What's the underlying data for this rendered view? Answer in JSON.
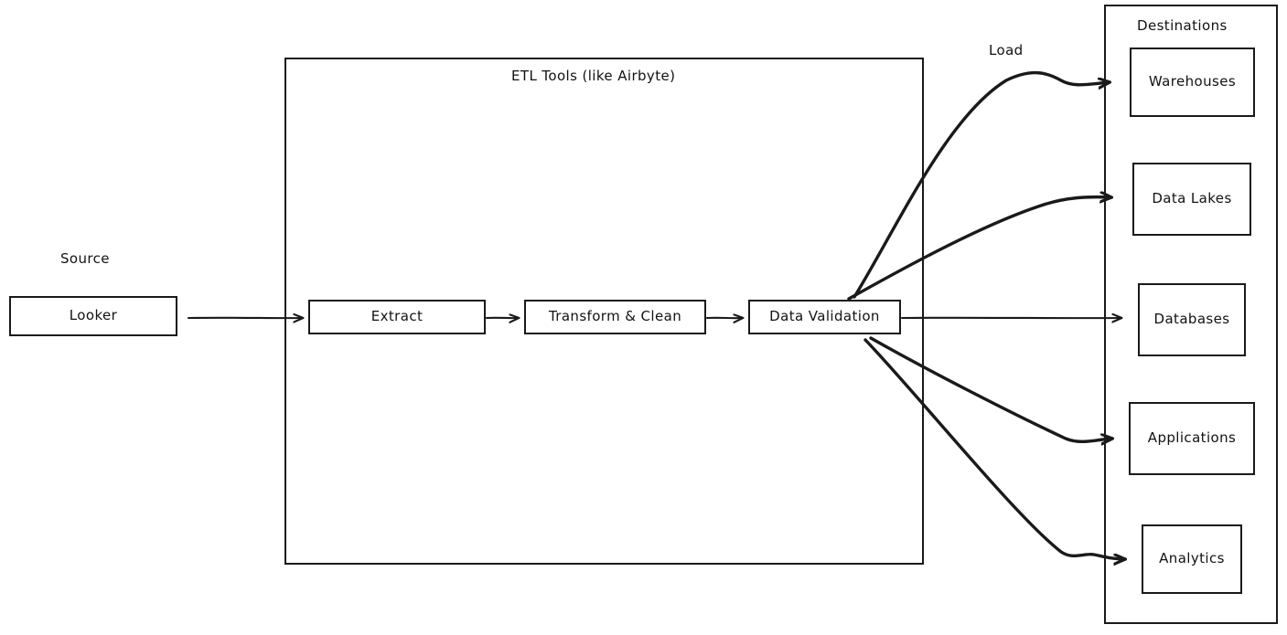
{
  "diagram": {
    "title": "ETL pipeline from Looker source through ETL tooling to destinations",
    "background_color": "#ffffff",
    "stroke_color": "#1a1a1a",
    "text_color": "#121212"
  },
  "source": {
    "label": "Source",
    "node": {
      "label": "Looker"
    }
  },
  "etl": {
    "container_title": "ETL Tools (like Airbyte)",
    "steps": [
      {
        "label": "Extract"
      },
      {
        "label": "Transform & Clean"
      },
      {
        "label": "Data Validation"
      }
    ]
  },
  "load": {
    "label": "Load"
  },
  "destinations": {
    "container_title": "Destinations",
    "items": [
      {
        "label": "Warehouses"
      },
      {
        "label": "Data Lakes"
      },
      {
        "label": "Databases"
      },
      {
        "label": "Applications"
      },
      {
        "label": "Analytics"
      }
    ]
  },
  "edges": [
    {
      "from": "Looker",
      "to": "Extract",
      "style": "thin"
    },
    {
      "from": "Extract",
      "to": "Transform & Clean",
      "style": "thin"
    },
    {
      "from": "Transform & Clean",
      "to": "Data Validation",
      "style": "thin"
    },
    {
      "from": "Data Validation",
      "to": "Warehouses",
      "style": "thick"
    },
    {
      "from": "Data Validation",
      "to": "Data Lakes",
      "style": "thick"
    },
    {
      "from": "Data Validation",
      "to": "Databases",
      "style": "thin"
    },
    {
      "from": "Data Validation",
      "to": "Applications",
      "style": "thick"
    },
    {
      "from": "Data Validation",
      "to": "Analytics",
      "style": "thick"
    }
  ]
}
